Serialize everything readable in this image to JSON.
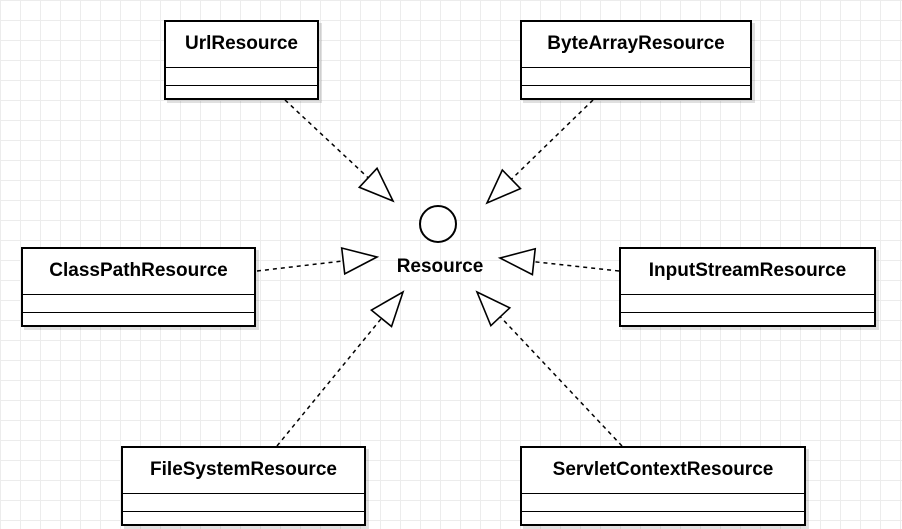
{
  "diagram": {
    "interface": {
      "name": "Resource"
    },
    "classes": [
      {
        "id": "url",
        "name": "UrlResource"
      },
      {
        "id": "bytearray",
        "name": "ByteArrayResource"
      },
      {
        "id": "classpath",
        "name": "ClassPathResource"
      },
      {
        "id": "inputstream",
        "name": "InputStreamResource"
      },
      {
        "id": "filesystem",
        "name": "FileSystemResource"
      },
      {
        "id": "servletcontext",
        "name": "ServletContextResource"
      }
    ],
    "relations": [
      {
        "from": "url",
        "to": "Resource",
        "type": "realization"
      },
      {
        "from": "bytearray",
        "to": "Resource",
        "type": "realization"
      },
      {
        "from": "classpath",
        "to": "Resource",
        "type": "realization"
      },
      {
        "from": "inputstream",
        "to": "Resource",
        "type": "realization"
      },
      {
        "from": "filesystem",
        "to": "Resource",
        "type": "realization"
      },
      {
        "from": "servletcontext",
        "to": "Resource",
        "type": "realization"
      }
    ]
  }
}
